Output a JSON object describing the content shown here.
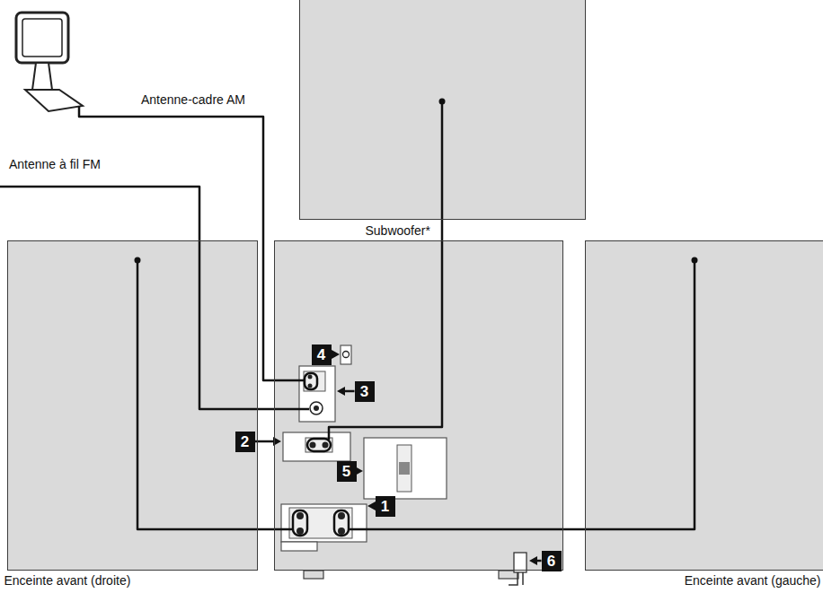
{
  "diagram": {
    "nodes": [
      {
        "text": [
          "Subwoofer*"
        ]
      },
      {
        "text": [
          "Enceinte avant (droite)"
        ]
      },
      {
        "text": [
          "1",
          "2",
          "3",
          "4",
          "5",
          "6"
        ]
      },
      {
        "text": [
          "Enceinte avant (gauche)"
        ]
      }
    ],
    "edges": [
      {
        "from": 0,
        "to": 2,
        "arrow": "none"
      },
      {
        "from": 1,
        "to": 2,
        "arrow": "none"
      },
      {
        "from": 3,
        "to": 2,
        "arrow": "none"
      }
    ],
    "labels": [
      "Antenne-cadre AM",
      "Antenne à fil FM"
    ]
  }
}
